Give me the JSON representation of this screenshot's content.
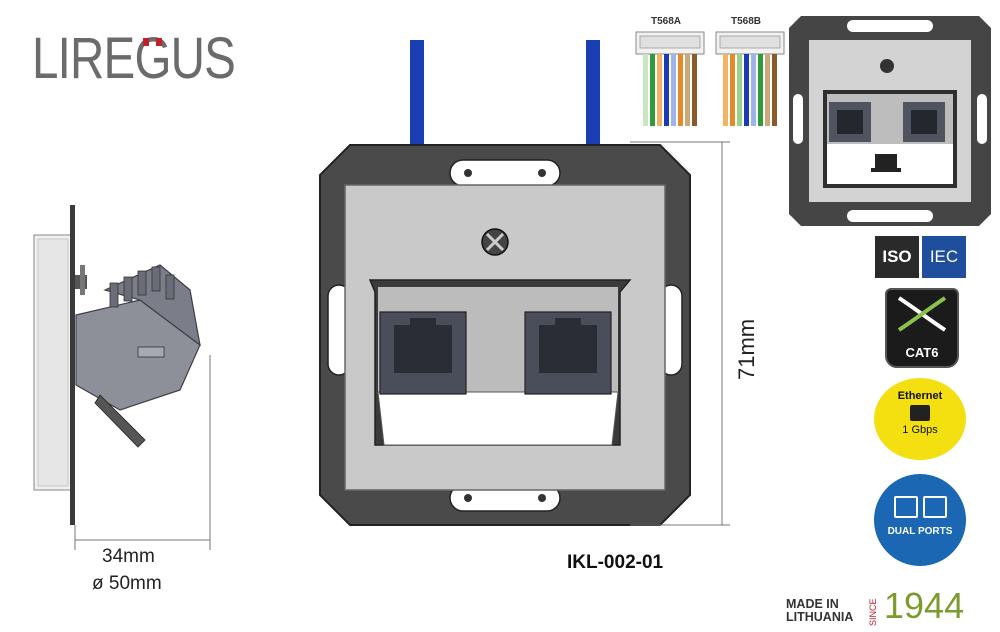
{
  "brand": {
    "name": "LIREGUS"
  },
  "product": {
    "model": "IKL-002-01"
  },
  "dimensions": {
    "depth": "34mm",
    "diameter": "ø 50mm",
    "height": "71mm"
  },
  "wiring": {
    "standard_a": "T568A",
    "standard_b": "T568B"
  },
  "badges": {
    "iso": "ISO",
    "iec": "IEC",
    "cat": "CAT6",
    "ethernet_title": "Ethernet",
    "ethernet_speed": "1 Gbps",
    "ports_label": "DUAL PORTS"
  },
  "origin": {
    "line1": "MADE IN",
    "line2": "LITHUANIA",
    "since": "SINCE",
    "year": "1944"
  },
  "colors": {
    "brand_gray": "#6b6b6b",
    "brand_red": "#c0212b",
    "frame_dark": "#4a4a4a",
    "plate_silver": "#c9c9c9",
    "cable_blue": "#1a3fb5",
    "eth_yellow": "#f4df11",
    "ports_blue": "#1b67b3",
    "year_green": "#7b9b2e"
  }
}
